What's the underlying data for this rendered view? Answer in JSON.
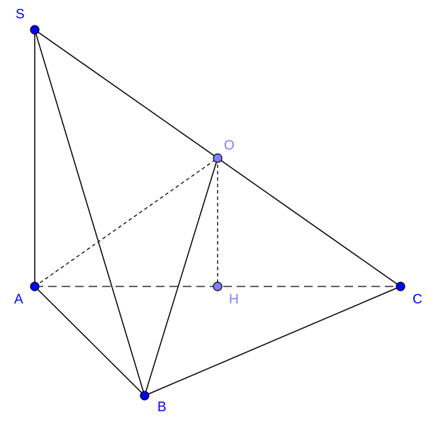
{
  "colors": {
    "primary_point": "#0000ff",
    "derived_point": "#7f7fff",
    "edge": "#000000"
  },
  "points": {
    "S": {
      "label": "S",
      "kind": "primary"
    },
    "A": {
      "label": "A",
      "kind": "primary"
    },
    "B": {
      "label": "B",
      "kind": "primary"
    },
    "C": {
      "label": "C",
      "kind": "primary"
    },
    "O": {
      "label": "O",
      "kind": "derived"
    },
    "H": {
      "label": "H",
      "kind": "derived"
    }
  },
  "edges": [
    {
      "from": "S",
      "to": "A",
      "style": "solid"
    },
    {
      "from": "S",
      "to": "B",
      "style": "solid"
    },
    {
      "from": "S",
      "to": "C",
      "style": "solid"
    },
    {
      "from": "A",
      "to": "B",
      "style": "solid"
    },
    {
      "from": "B",
      "to": "C",
      "style": "solid"
    },
    {
      "from": "O",
      "to": "B",
      "style": "solid"
    },
    {
      "from": "A",
      "to": "O",
      "style": "dashed-short"
    },
    {
      "from": "O",
      "to": "H",
      "style": "dashed-short"
    },
    {
      "from": "A",
      "to": "C",
      "style": "dashed-long"
    }
  ]
}
